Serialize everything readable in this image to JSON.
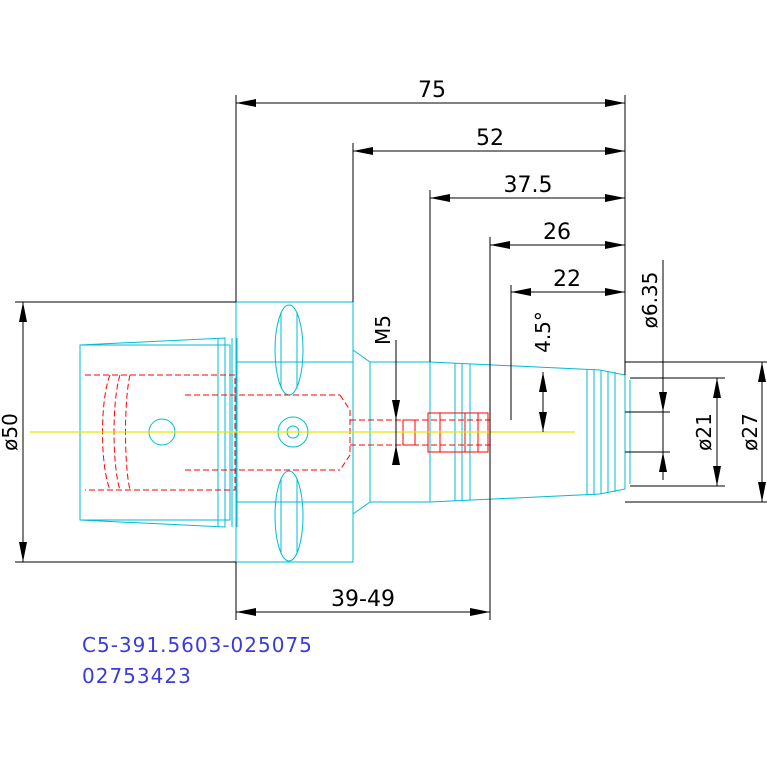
{
  "drawing": {
    "dimensions": {
      "overall_length": "75",
      "length_52": "52",
      "length_37_5": "37.5",
      "length_26": "26",
      "length_22": "22",
      "gauge_range": "39-49",
      "thread": "M5",
      "taper_angle": "4.5°",
      "diameter_50": "ø50",
      "diameter_6_35": "ø6.35",
      "diameter_21": "ø21",
      "diameter_27": "ø27"
    },
    "part_number": "C5-391.5603-025075",
    "order_number": "02753423",
    "colors": {
      "dimension_lines": "#000000",
      "outline": "#00bcd4",
      "hidden_lines": "#ff0000",
      "center_line": "#e5e500",
      "part_text": "#3b3bdb"
    }
  }
}
